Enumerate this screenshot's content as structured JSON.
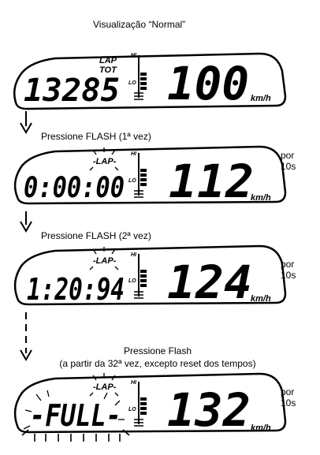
{
  "header": {
    "title": "Visualização “Normal”"
  },
  "steps": [
    {
      "caption": "Pressione FLASH (1ª vez)",
      "side_line1": "por",
      "side_line2": "10s"
    },
    {
      "caption": "Pressione FLASH (2ª vez)",
      "side_line1": "por",
      "side_line2": "10s"
    },
    {
      "caption_line1": "Pressione Flash",
      "caption_line2": "(a partir da 32ª vez, excepto reset dos tempos)",
      "side_line1": "por",
      "side_line2": "10s"
    }
  ],
  "displays": [
    {
      "left": "13285",
      "speed": "100",
      "unit": "km/h",
      "lap": "LAP",
      "tot": "TOT",
      "hi": "HI",
      "lo": "LO"
    },
    {
      "left": "0:00:00",
      "speed": "112",
      "unit": "km/h",
      "lap": "-LAP-",
      "hi": "HI",
      "lo": "LO"
    },
    {
      "left": "1:20:94",
      "speed": "124",
      "unit": "km/h",
      "lap": "-LAP-",
      "hi": "HI",
      "lo": "LO"
    },
    {
      "left": "-FULL-",
      "speed": "132",
      "unit": "km/h",
      "lap": "-LAP-",
      "hi": "HI",
      "lo": "LO"
    }
  ]
}
